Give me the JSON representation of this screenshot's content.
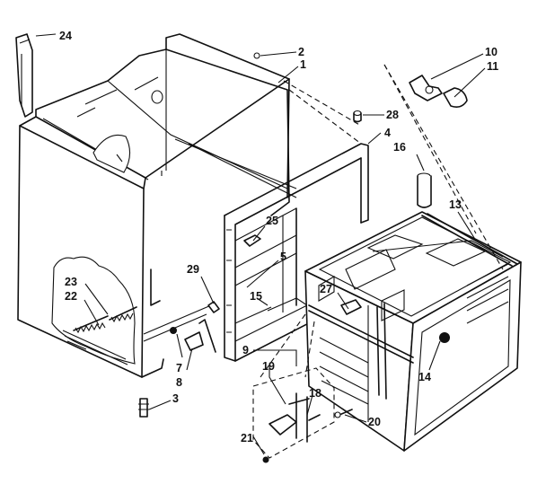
{
  "callouts": [
    {
      "id": "24",
      "text": "24"
    },
    {
      "id": "2",
      "text": "2"
    },
    {
      "id": "1",
      "text": "1"
    },
    {
      "id": "10",
      "text": "10"
    },
    {
      "id": "11",
      "text": "11"
    },
    {
      "id": "28",
      "text": "28"
    },
    {
      "id": "4",
      "text": "4"
    },
    {
      "id": "16",
      "text": "16"
    },
    {
      "id": "13",
      "text": "13"
    },
    {
      "id": "25",
      "text": "25"
    },
    {
      "id": "5",
      "text": "5"
    },
    {
      "id": "29",
      "text": "29"
    },
    {
      "id": "15",
      "text": "15"
    },
    {
      "id": "27",
      "text": "27"
    },
    {
      "id": "23",
      "text": "23"
    },
    {
      "id": "22",
      "text": "22"
    },
    {
      "id": "7",
      "text": "7"
    },
    {
      "id": "8",
      "text": "8"
    },
    {
      "id": "3",
      "text": "3"
    },
    {
      "id": "9",
      "text": "9"
    },
    {
      "id": "19",
      "text": "19"
    },
    {
      "id": "18",
      "text": "18"
    },
    {
      "id": "14",
      "text": "14"
    },
    {
      "id": "20",
      "text": "20"
    },
    {
      "id": "21",
      "text": "21"
    }
  ]
}
